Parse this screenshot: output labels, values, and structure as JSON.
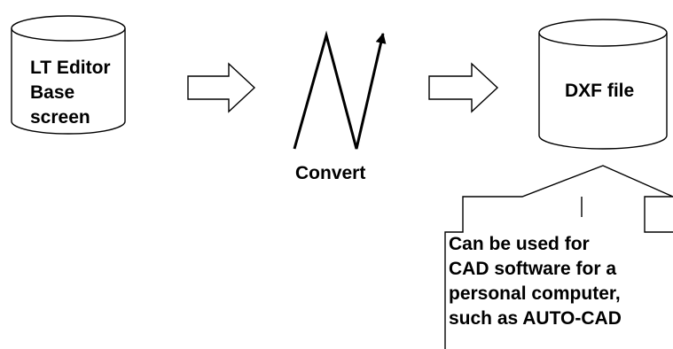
{
  "source": {
    "lines": [
      "LT Editor",
      "Base",
      "screen"
    ]
  },
  "process": {
    "label": "Convert"
  },
  "target": {
    "label": "DXF file"
  },
  "note": {
    "lines": [
      "Can be used for",
      "CAD software for a",
      "personal computer,",
      "such as AUTO-CAD"
    ]
  },
  "icons": {
    "source": "cylinder-icon",
    "arrow_1": "arrow-right-icon",
    "convert": "zigzag-arrow-icon",
    "arrow_2": "arrow-right-icon",
    "target": "cylinder-icon",
    "note_arrow": "arrow-up-icon"
  },
  "colors": {
    "stroke": "#000000",
    "background": "#ffffff"
  }
}
